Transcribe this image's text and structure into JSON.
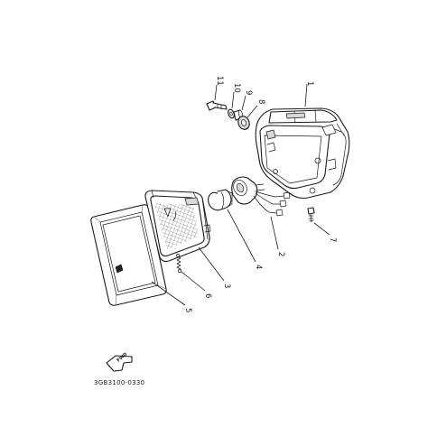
{
  "diagram": {
    "drawing_code": "3GB3100-0330",
    "fwd_label": "FWD",
    "parts": [
      {
        "ref": "1"
      },
      {
        "ref": "2"
      },
      {
        "ref": "3"
      },
      {
        "ref": "4"
      },
      {
        "ref": "5"
      },
      {
        "ref": "6"
      },
      {
        "ref": "7"
      },
      {
        "ref": "8"
      },
      {
        "ref": "9"
      },
      {
        "ref": "10"
      },
      {
        "ref": "11"
      }
    ]
  }
}
